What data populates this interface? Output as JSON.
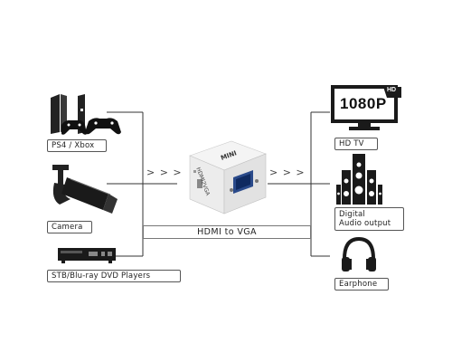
{
  "inputs": [
    {
      "label": "PS4 / Xbox",
      "icon": "game-console-icon"
    },
    {
      "label": "Camera",
      "icon": "security-camera-icon"
    },
    {
      "label": "STB/Blu-ray DVD Players",
      "icon": "dvd-player-icon"
    }
  ],
  "device": {
    "top_label": "MINI",
    "side_label": "HDMI2VGA",
    "caption": "HDMI to VGA"
  },
  "outputs": [
    {
      "label": "HD TV",
      "icon": "hd-tv-icon",
      "screen_text": "1080P",
      "badge": "HD"
    },
    {
      "label_line1": "Digital",
      "label_line2": "Audio output",
      "icon": "speaker-system-icon"
    },
    {
      "label": "Earphone",
      "icon": "headphones-icon"
    }
  ],
  "arrows_left": "> > >",
  "arrows_right": "> > >"
}
